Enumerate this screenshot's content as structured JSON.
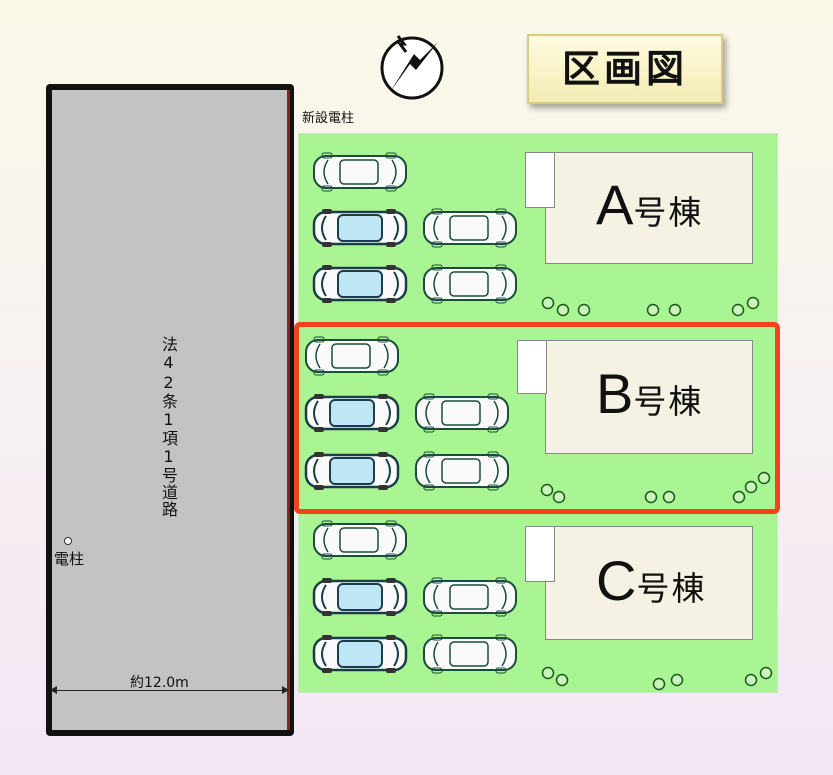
{
  "title": "区画図",
  "road": {
    "label": "法42条1項1号道路",
    "width_label": "約12.0m"
  },
  "poles": {
    "existing_label": "電柱",
    "new_label": "新設電柱"
  },
  "lots": [
    {
      "letter": "A",
      "suffix": "号棟"
    },
    {
      "letter": "B",
      "suffix": "号棟",
      "highlighted": true
    },
    {
      "letter": "C",
      "suffix": "号棟"
    }
  ],
  "icons": {
    "north": "north-arrow-compass-icon",
    "car": "car-icon",
    "plant": "shrub-icon"
  },
  "colors": {
    "site": "#aaf593",
    "road": "#c3c3c3",
    "highlight": "#f2431c",
    "car_window": "#bfe6f4"
  }
}
